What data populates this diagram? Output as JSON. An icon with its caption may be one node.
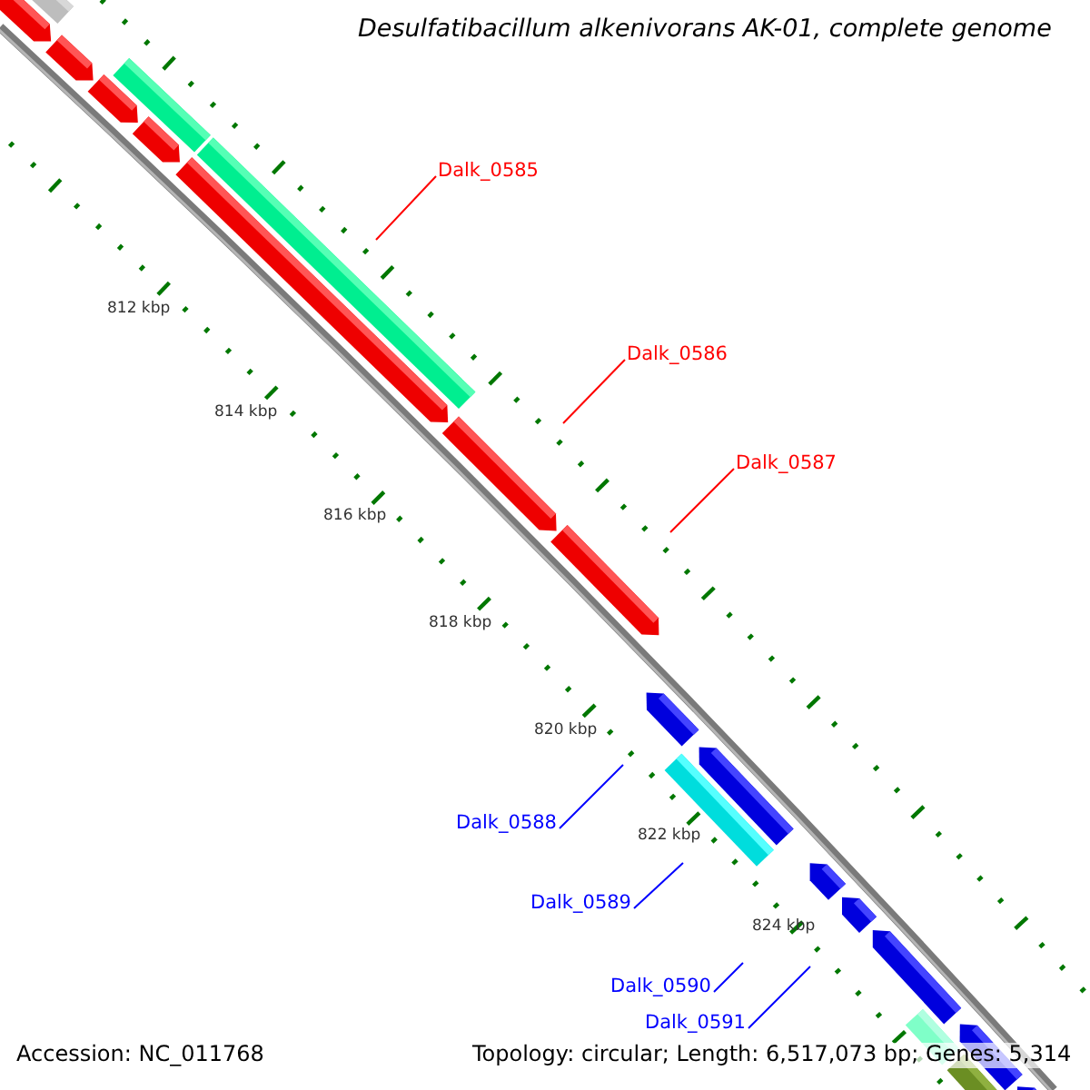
{
  "diagram": {
    "title": "Desulfatibacillum alkenivorans AK-01, complete genome",
    "nodes": [
      {
        "text": [
          "Dalk_0585"
        ]
      },
      {
        "text": [
          "Dalk_0586"
        ]
      },
      {
        "text": [
          "Dalk_0587"
        ]
      },
      {
        "text": [
          "Dalk_0588"
        ]
      },
      {
        "text": [
          "Dalk_0589"
        ]
      },
      {
        "text": [
          "Dalk_0590"
        ]
      },
      {
        "text": [
          "Dalk_0591"
        ]
      }
    ],
    "edges": [
      {
        "from": 0,
        "to": null,
        "arrow": "none",
        "color": "#ff0000"
      },
      {
        "from": 1,
        "to": null,
        "arrow": "none",
        "color": "#ff0000"
      },
      {
        "from": 2,
        "to": null,
        "arrow": "none",
        "color": "#ff0000"
      },
      {
        "from": 3,
        "to": null,
        "arrow": "none",
        "color": "#0000ff"
      },
      {
        "from": 4,
        "to": null,
        "arrow": "none",
        "color": "#0000ff"
      },
      {
        "from": 5,
        "to": null,
        "arrow": "none",
        "color": "#0000ff"
      },
      {
        "from": 6,
        "to": null,
        "arrow": "none",
        "color": "#0000ff"
      }
    ],
    "labels": [
      "812 kbp",
      "814 kbp",
      "816 kbp",
      "818 kbp",
      "820 kbp",
      "822 kbp",
      "824 kbp",
      "Accession: NC_011768",
      "Topology: circular; Length: 6,517,073 bp; Genes: 5,314"
    ]
  }
}
